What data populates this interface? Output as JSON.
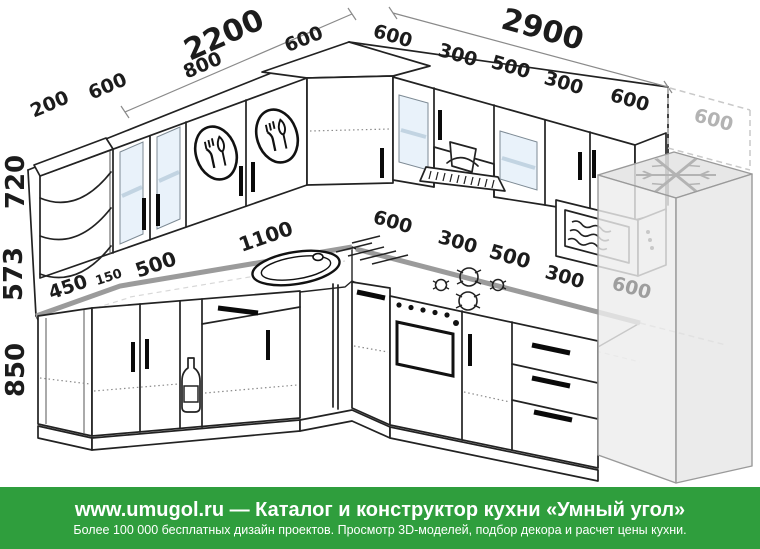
{
  "diagram": {
    "description": "3D perspective drawing of a corner (L-shaped) kitchen with dimension callouts in millimetres",
    "labels": {
      "wall_left_total": "2200",
      "wall_right_total": "2900",
      "wall_left_segments": [
        "200",
        "600",
        "800",
        "600"
      ],
      "wall_right_segments": [
        "600",
        "300",
        "500",
        "300",
        "600"
      ],
      "fridge_top_depth": "600",
      "height_wall_cabinets": "720",
      "height_apron": "573",
      "height_base": "850",
      "counter_left_segments": [
        "450",
        "150",
        "500",
        "1100"
      ],
      "counter_right_segments": [
        "600",
        "300",
        "500",
        "300"
      ],
      "fridge_counter_depth": "600"
    },
    "icons": [
      "plate-fork-knife",
      "cooker-hood",
      "microwave",
      "snowflake-fridge",
      "sink-with-drainer",
      "gas-burners",
      "oven",
      "wine-bottle"
    ],
    "colors": {
      "line": "#222222",
      "counter_gray": "#9b9b9b",
      "glass_blue": "#e9f2fa",
      "muted_gray": "#b3b3b3",
      "footer_green": "#2f9e3d"
    }
  },
  "footer": {
    "line1": "www.umugol.ru — Каталог и конструктор кухни «Умный угол»",
    "line2": "Более 100 000 бесплатных дизайн проектов. Просмотр 3D-моделей, подбор декора и расчет цены кухни."
  }
}
